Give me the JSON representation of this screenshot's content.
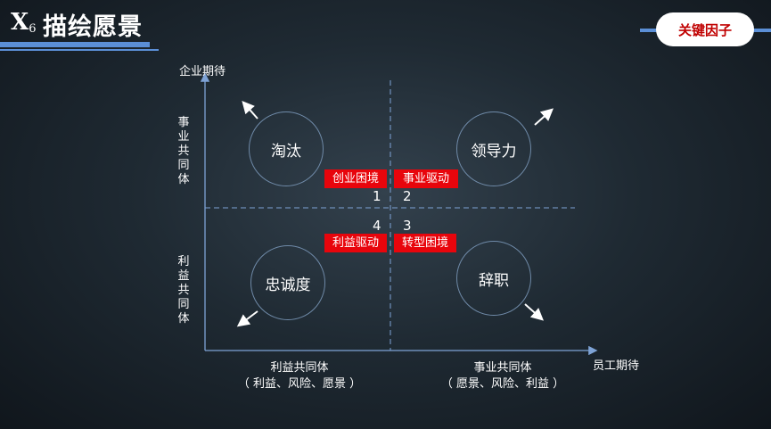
{
  "header": {
    "logo_letter": "X",
    "logo_sub": "6",
    "title": "描绘愿景",
    "badge": "关键因子"
  },
  "axes": {
    "y_label": "企业期待",
    "x_label": "员工期待",
    "y_upper": "事业共同体",
    "y_lower": "利益共同体",
    "x_left_line1": "利益共同体",
    "x_left_line2": "（ 利益、风险、愿景 ）",
    "x_right_line1": "事业共同体",
    "x_right_line2": "（ 愿景、风险、利益 ）"
  },
  "quadrants": [
    {
      "number": "1",
      "tag": "创业困境",
      "circle": "淘汰"
    },
    {
      "number": "2",
      "tag": "事业驱动",
      "circle": "领导力"
    },
    {
      "number": "3",
      "tag": "转型困境",
      "circle": "辞职"
    },
    {
      "number": "4",
      "tag": "利益驱动",
      "circle": "忠诚度"
    }
  ],
  "colors": {
    "accent_blue": "#5b8fd6",
    "tag_red": "#e8050c",
    "badge_text": "#c00000"
  }
}
